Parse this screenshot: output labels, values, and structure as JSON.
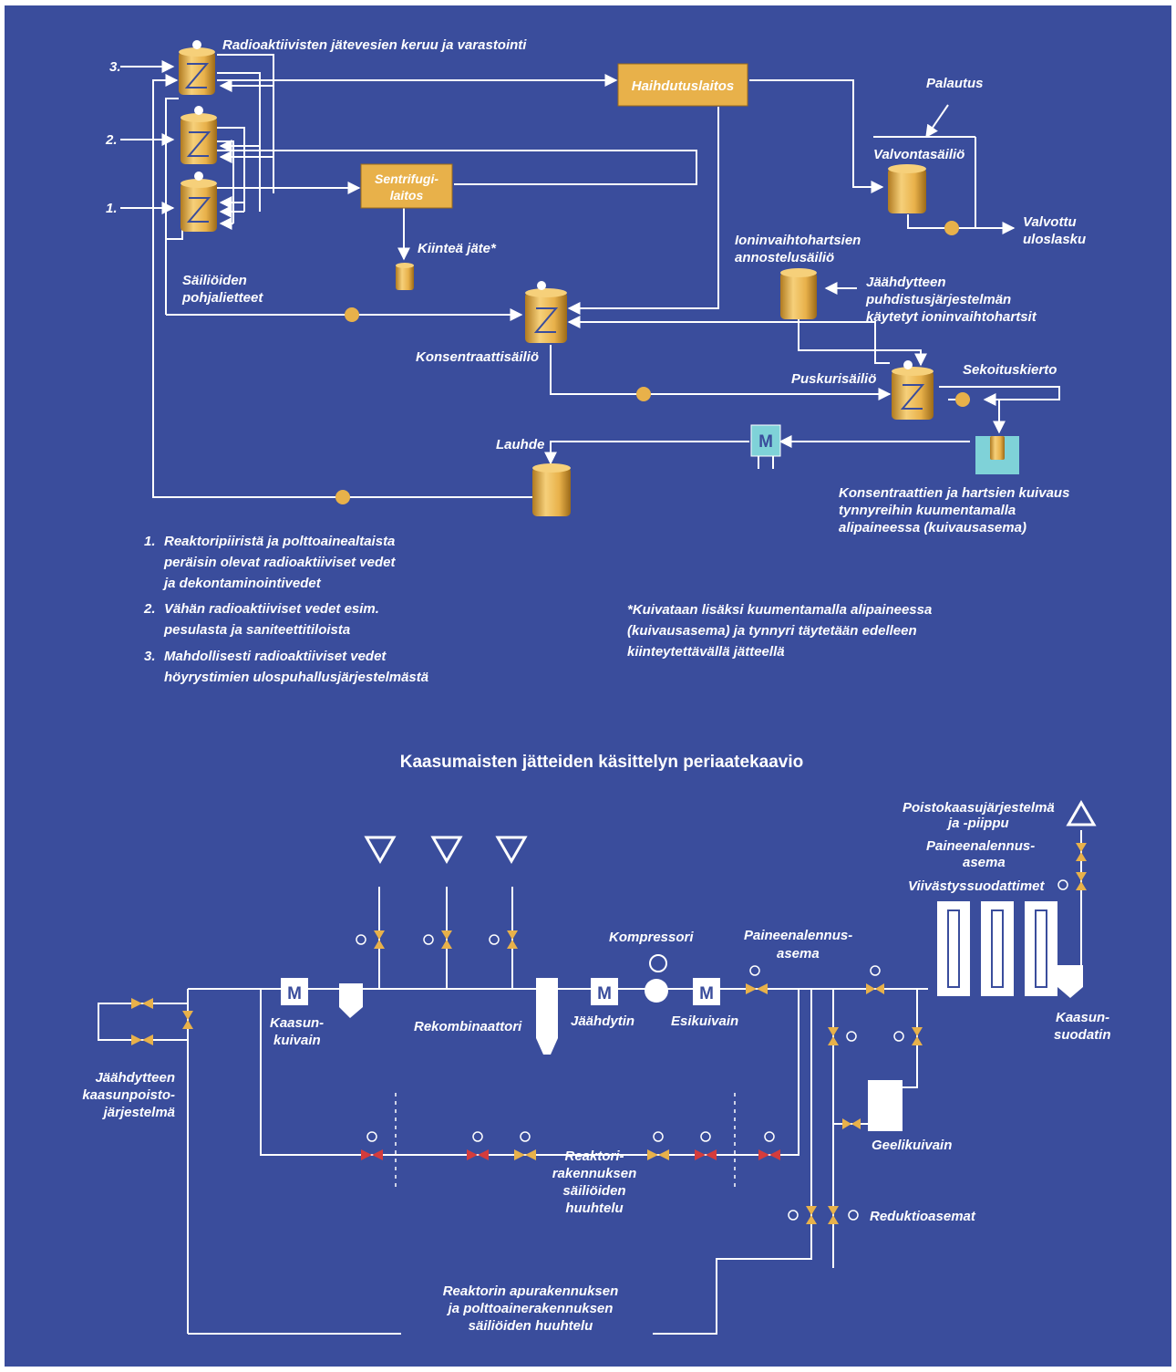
{
  "colors": {
    "background": "#3a4d9c",
    "border": "#ffffff",
    "line": "#ffffff",
    "gold": "#e8b14a",
    "gold_dark": "#b07a20",
    "valve_red": "#d43c3c",
    "filter_teal": "#7fd2d8"
  },
  "liquid": {
    "inputs": [
      "3.",
      "2.",
      "1."
    ],
    "labels": {
      "storage": "Radioaktiivisten jätevesien keruu ja varastointi",
      "evaporator": "Haihdutuslaitos",
      "return": "Palautus",
      "monitoring_tank": "Valvontasäiliö",
      "monitored_discharge_1": "Valvottu",
      "monitored_discharge_2": "uloslasku",
      "centrifuge_1": "Sentrifugi-",
      "centrifuge_2": "laitos",
      "solid_waste": "Kiinteä jäte*",
      "tank_bottoms_1": "Säiliöiden",
      "tank_bottoms_2": "pohjalietteet",
      "resin_dosing_1": "Ioninvaihtohartsien",
      "resin_dosing_2": "annostelusäiliö",
      "used_resins_1": "Jäähdytteen",
      "used_resins_2": "puhdistusjärjestelmän",
      "used_resins_3": "käytetyt ioninvaihtohartsit",
      "concentrate_tank": "Konsentraattisäiliö",
      "buffer_tank": "Puskurisäiliö",
      "mixing_loop": "Sekoituskierto",
      "condensate": "Lauhde",
      "drying_1": "Konsentraattien ja hartsien kuivaus",
      "drying_2": "tynnyreihin kuumentamalla",
      "drying_3": "alipaineessa (kuivausasema)",
      "motor_symbol": "M"
    },
    "notes": [
      [
        "1.",
        "Reaktoripiiristä ja polttoainealtaista",
        "peräisin olevat radioaktiiviset vedet",
        "ja dekontaminointivedet"
      ],
      [
        "2.",
        "Vähän radioaktiiviset vedet esim.",
        "pesulasta ja saniteettitiloista"
      ],
      [
        "3.",
        "Mahdollisesti radioaktiiviset vedet",
        "höyrystimien ulospuhallusjärjestelmästä"
      ]
    ],
    "footnote": [
      "*Kuivataan lisäksi kuumentamalla alipaineessa",
      "(kuivausasema) ja tynnyri täytetään edelleen",
      "kiinteytettävällä jätteellä"
    ]
  },
  "gas": {
    "title": "Kaasumaisten jätteiden käsittelyn periaatekaavio",
    "labels": {
      "exhaust_1": "Poistokaasujärjestelmä",
      "exhaust_2": "ja -piippu",
      "pressure_relief_top_1": "Paineenalennus-",
      "pressure_relief_top_2": "asema",
      "delay_filters": "Viivästyssuodattimet",
      "compressor": "Kompressori",
      "pressure_relief_mid_1": "Paineenalennus-",
      "pressure_relief_mid_2": "asema",
      "gas_dryer_1": "Kaasun-",
      "gas_dryer_2": "kuivain",
      "recombiner": "Rekombinaattori",
      "cooler": "Jäähdytin",
      "predryer": "Esikuivain",
      "gas_filter_1": "Kaasun-",
      "gas_filter_2": "suodatin",
      "coolant_degas_1": "Jäähdytteen",
      "coolant_degas_2": "kaasunpoisto-",
      "coolant_degas_3": "järjestelmä",
      "gel_dryer": "Geelikuivain",
      "reactor_flush_1": "Reaktori-",
      "reactor_flush_2": "rakennuksen",
      "reactor_flush_3": "säiliöiden",
      "reactor_flush_4": "huuhtelu",
      "reduction_stations": "Reduktioasemat",
      "aux_flush_1": "Reaktorin apurakennuksen",
      "aux_flush_2": "ja polttoainerakennuksen",
      "aux_flush_3": "säiliöiden huuhtelu",
      "motor_symbol": "M"
    }
  }
}
